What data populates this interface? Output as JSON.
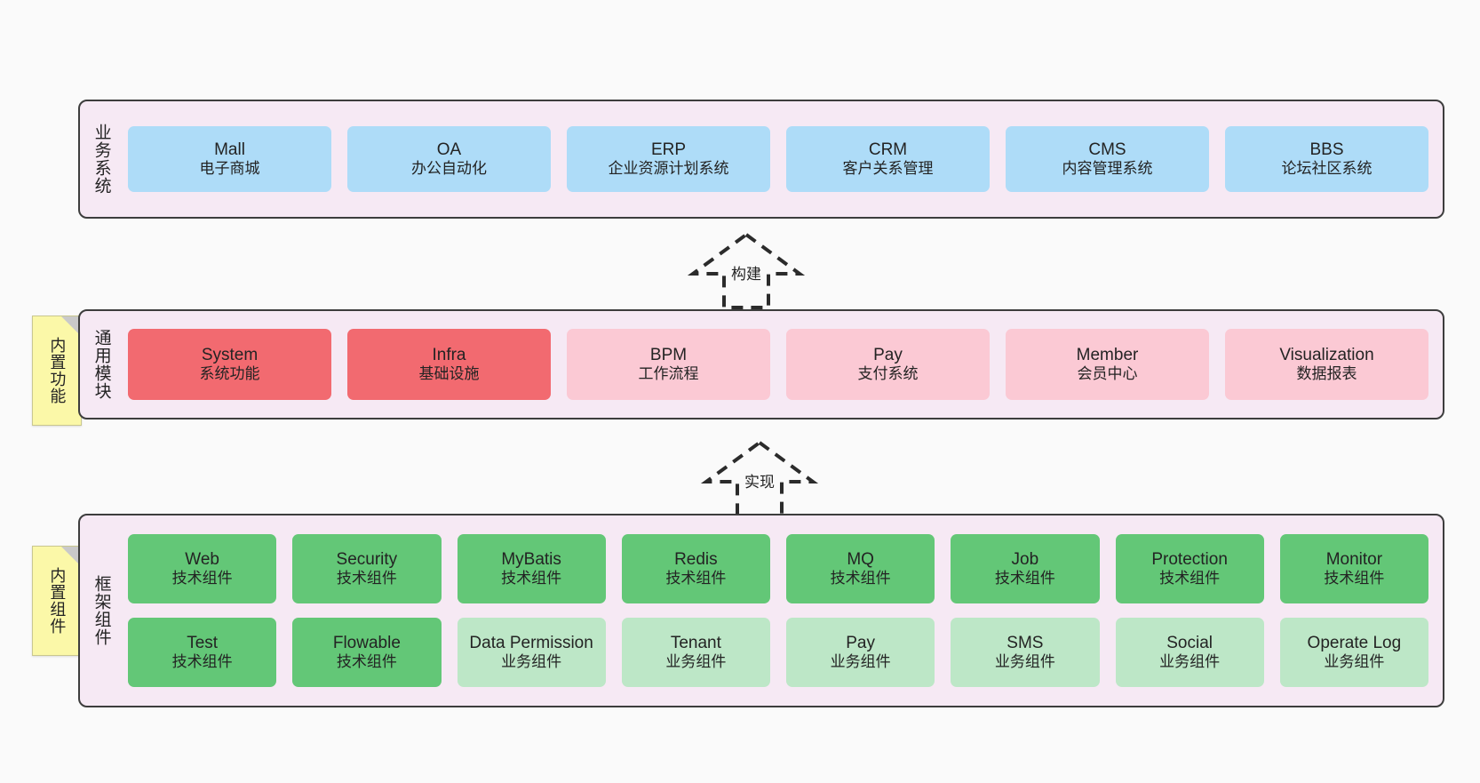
{
  "diagram": {
    "background_color": "#fafafa",
    "panel_color": "#f6e9f4",
    "border_color": "#3d3d3d"
  },
  "layers": [
    {
      "id": "business-system",
      "title": "业务系统",
      "note": null,
      "rows": [
        {
          "cards": [
            {
              "en": "Mall",
              "cn": "电子商城",
              "color": "#aedcf8",
              "style": "c-blue"
            },
            {
              "en": "OA",
              "cn": "办公自动化",
              "color": "#aedcf8",
              "style": "c-blue"
            },
            {
              "en": "ERP",
              "cn": "企业资源计划系统",
              "color": "#aedcf8",
              "style": "c-blue"
            },
            {
              "en": "CRM",
              "cn": "客户关系管理",
              "color": "#aedcf8",
              "style": "c-blue"
            },
            {
              "en": "CMS",
              "cn": "内容管理系统",
              "color": "#aedcf8",
              "style": "c-blue"
            },
            {
              "en": "BBS",
              "cn": "论坛社区系统",
              "color": "#aedcf8",
              "style": "c-blue"
            }
          ]
        }
      ]
    },
    {
      "id": "common-module",
      "title": "通用模块",
      "note": "内置功能",
      "rows": [
        {
          "cards": [
            {
              "en": "System",
              "cn": "系统功能",
              "color": "#f26a70",
              "style": "c-red"
            },
            {
              "en": "Infra",
              "cn": "基础设施",
              "color": "#f26a70",
              "style": "c-red"
            },
            {
              "en": "BPM",
              "cn": "工作流程",
              "color": "#fbc9d4",
              "style": "c-pink"
            },
            {
              "en": "Pay",
              "cn": "支付系统",
              "color": "#fbc9d4",
              "style": "c-pink"
            },
            {
              "en": "Member",
              "cn": "会员中心",
              "color": "#fbc9d4",
              "style": "c-pink"
            },
            {
              "en": "Visualization",
              "cn": "数据报表",
              "color": "#fbc9d4",
              "style": "c-pink"
            }
          ]
        }
      ]
    },
    {
      "id": "framework-component",
      "title": "框架组件",
      "note": "内置组件",
      "rows": [
        {
          "cards": [
            {
              "en": "Web",
              "cn": "技术组件",
              "color": "#63c777",
              "style": "c-green"
            },
            {
              "en": "Security",
              "cn": "技术组件",
              "color": "#63c777",
              "style": "c-green"
            },
            {
              "en": "MyBatis",
              "cn": "技术组件",
              "color": "#63c777",
              "style": "c-green"
            },
            {
              "en": "Redis",
              "cn": "技术组件",
              "color": "#63c777",
              "style": "c-green"
            },
            {
              "en": "MQ",
              "cn": "技术组件",
              "color": "#63c777",
              "style": "c-green"
            },
            {
              "en": "Job",
              "cn": "技术组件",
              "color": "#63c777",
              "style": "c-green"
            },
            {
              "en": "Protection",
              "cn": "技术组件",
              "color": "#63c777",
              "style": "c-green"
            },
            {
              "en": "Monitor",
              "cn": "技术组件",
              "color": "#63c777",
              "style": "c-green"
            }
          ]
        },
        {
          "cards": [
            {
              "en": "Test",
              "cn": "技术组件",
              "color": "#63c777",
              "style": "c-green"
            },
            {
              "en": "Flowable",
              "cn": "技术组件",
              "color": "#63c777",
              "style": "c-green"
            },
            {
              "en": "Data Permission",
              "cn": "业务组件",
              "color": "#bde7c7",
              "style": "c-lightgreen"
            },
            {
              "en": "Tenant",
              "cn": "业务组件",
              "color": "#bde7c7",
              "style": "c-lightgreen"
            },
            {
              "en": "Pay",
              "cn": "业务组件",
              "color": "#bde7c7",
              "style": "c-lightgreen"
            },
            {
              "en": "SMS",
              "cn": "业务组件",
              "color": "#bde7c7",
              "style": "c-lightgreen"
            },
            {
              "en": "Social",
              "cn": "业务组件",
              "color": "#bde7c7",
              "style": "c-lightgreen"
            },
            {
              "en": "Operate Log",
              "cn": "业务组件",
              "color": "#bde7c7",
              "style": "c-lightgreen"
            }
          ]
        }
      ]
    }
  ],
  "arrows": [
    {
      "id": "arrow-build",
      "label": "构建"
    },
    {
      "id": "arrow-implement",
      "label": "实现"
    }
  ]
}
